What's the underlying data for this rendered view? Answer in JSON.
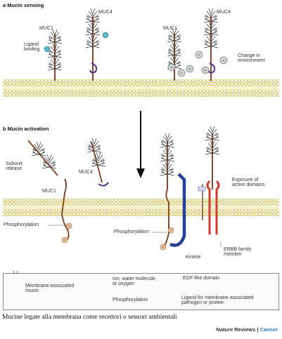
{
  "panel_a": {
    "title": "a  Mucin sensing",
    "labels": {
      "muc4_1": "MUC4",
      "muc1_1": "MUC1",
      "ligand_binding": "Ligand\nbinding",
      "muc4_2": "MUC4",
      "muc1_2": "MUC1",
      "change_env": "Change in\nenvironment"
    }
  },
  "panel_b": {
    "title": "b  Mucin activation",
    "labels": {
      "subunit_release": "Subunit\nrelease",
      "muc4": "MUC4",
      "muc1": "MUC1",
      "exposure": "Exposure of\nactive domains",
      "phosphorylation_1": "Phosphorylation",
      "phosphorylation_2": "Phosphorylation",
      "kinase": "Kinase",
      "erbb": "ERBB family\nmember"
    }
  },
  "legend": {
    "membrane_mucin": "Membrane-associated\nmucin",
    "ion": "Ion, water molecule,\nor oxygen",
    "egf": "EGF-like domain",
    "phosphorylation": "Phosphorylation",
    "ligand": "Ligand for membrane-associated\npathogen or protein"
  },
  "caption": "Mucine legate alla membrana come recettori o sensori ambientali",
  "credit": {
    "main": "Nature Reviews",
    "sep": " | ",
    "accent": "Cancer"
  },
  "colors": {
    "mucin_stem": "#8a4a2a",
    "membrane_bead": "#f1e9a4",
    "membrane_outline": "#b5a85a",
    "kinase": "#24409a",
    "erbb": "#d23b2a",
    "ligand": "#5fb8c8",
    "ion": "#cfd7d2",
    "phospho": "#f2cfa6"
  }
}
